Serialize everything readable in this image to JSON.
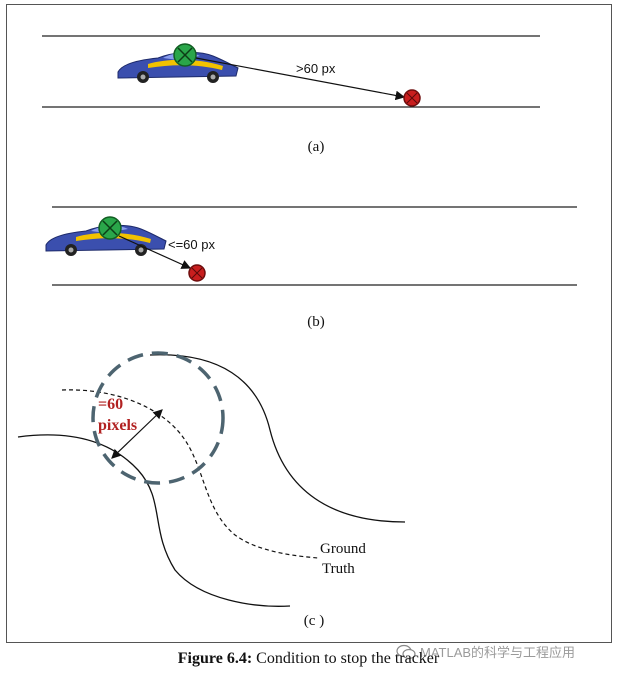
{
  "panels": [
    {
      "label": "(a)",
      "distance_label": ">60 px"
    },
    {
      "label": "(b)",
      "distance_label": "<=60 px"
    },
    {
      "label": "(c )",
      "radius_label_line1": "=60",
      "radius_label_line2": "pixels",
      "ground_truth_line1": "Ground",
      "ground_truth_line2": "Truth"
    }
  ],
  "caption": {
    "bold": "Figure 6.4:",
    "text": " Condition to stop the tracker"
  },
  "watermark": {
    "text": "MATLAB的科学与工程应用",
    "icon": "wechat-icon"
  },
  "colors": {
    "estimate_marker": "#2aa64a",
    "target_marker": "#c81e1e",
    "radius_label": "#b22222",
    "circle": "#4d6470",
    "car_body": "#3b4fae",
    "car_stripe": "#f2c200"
  }
}
